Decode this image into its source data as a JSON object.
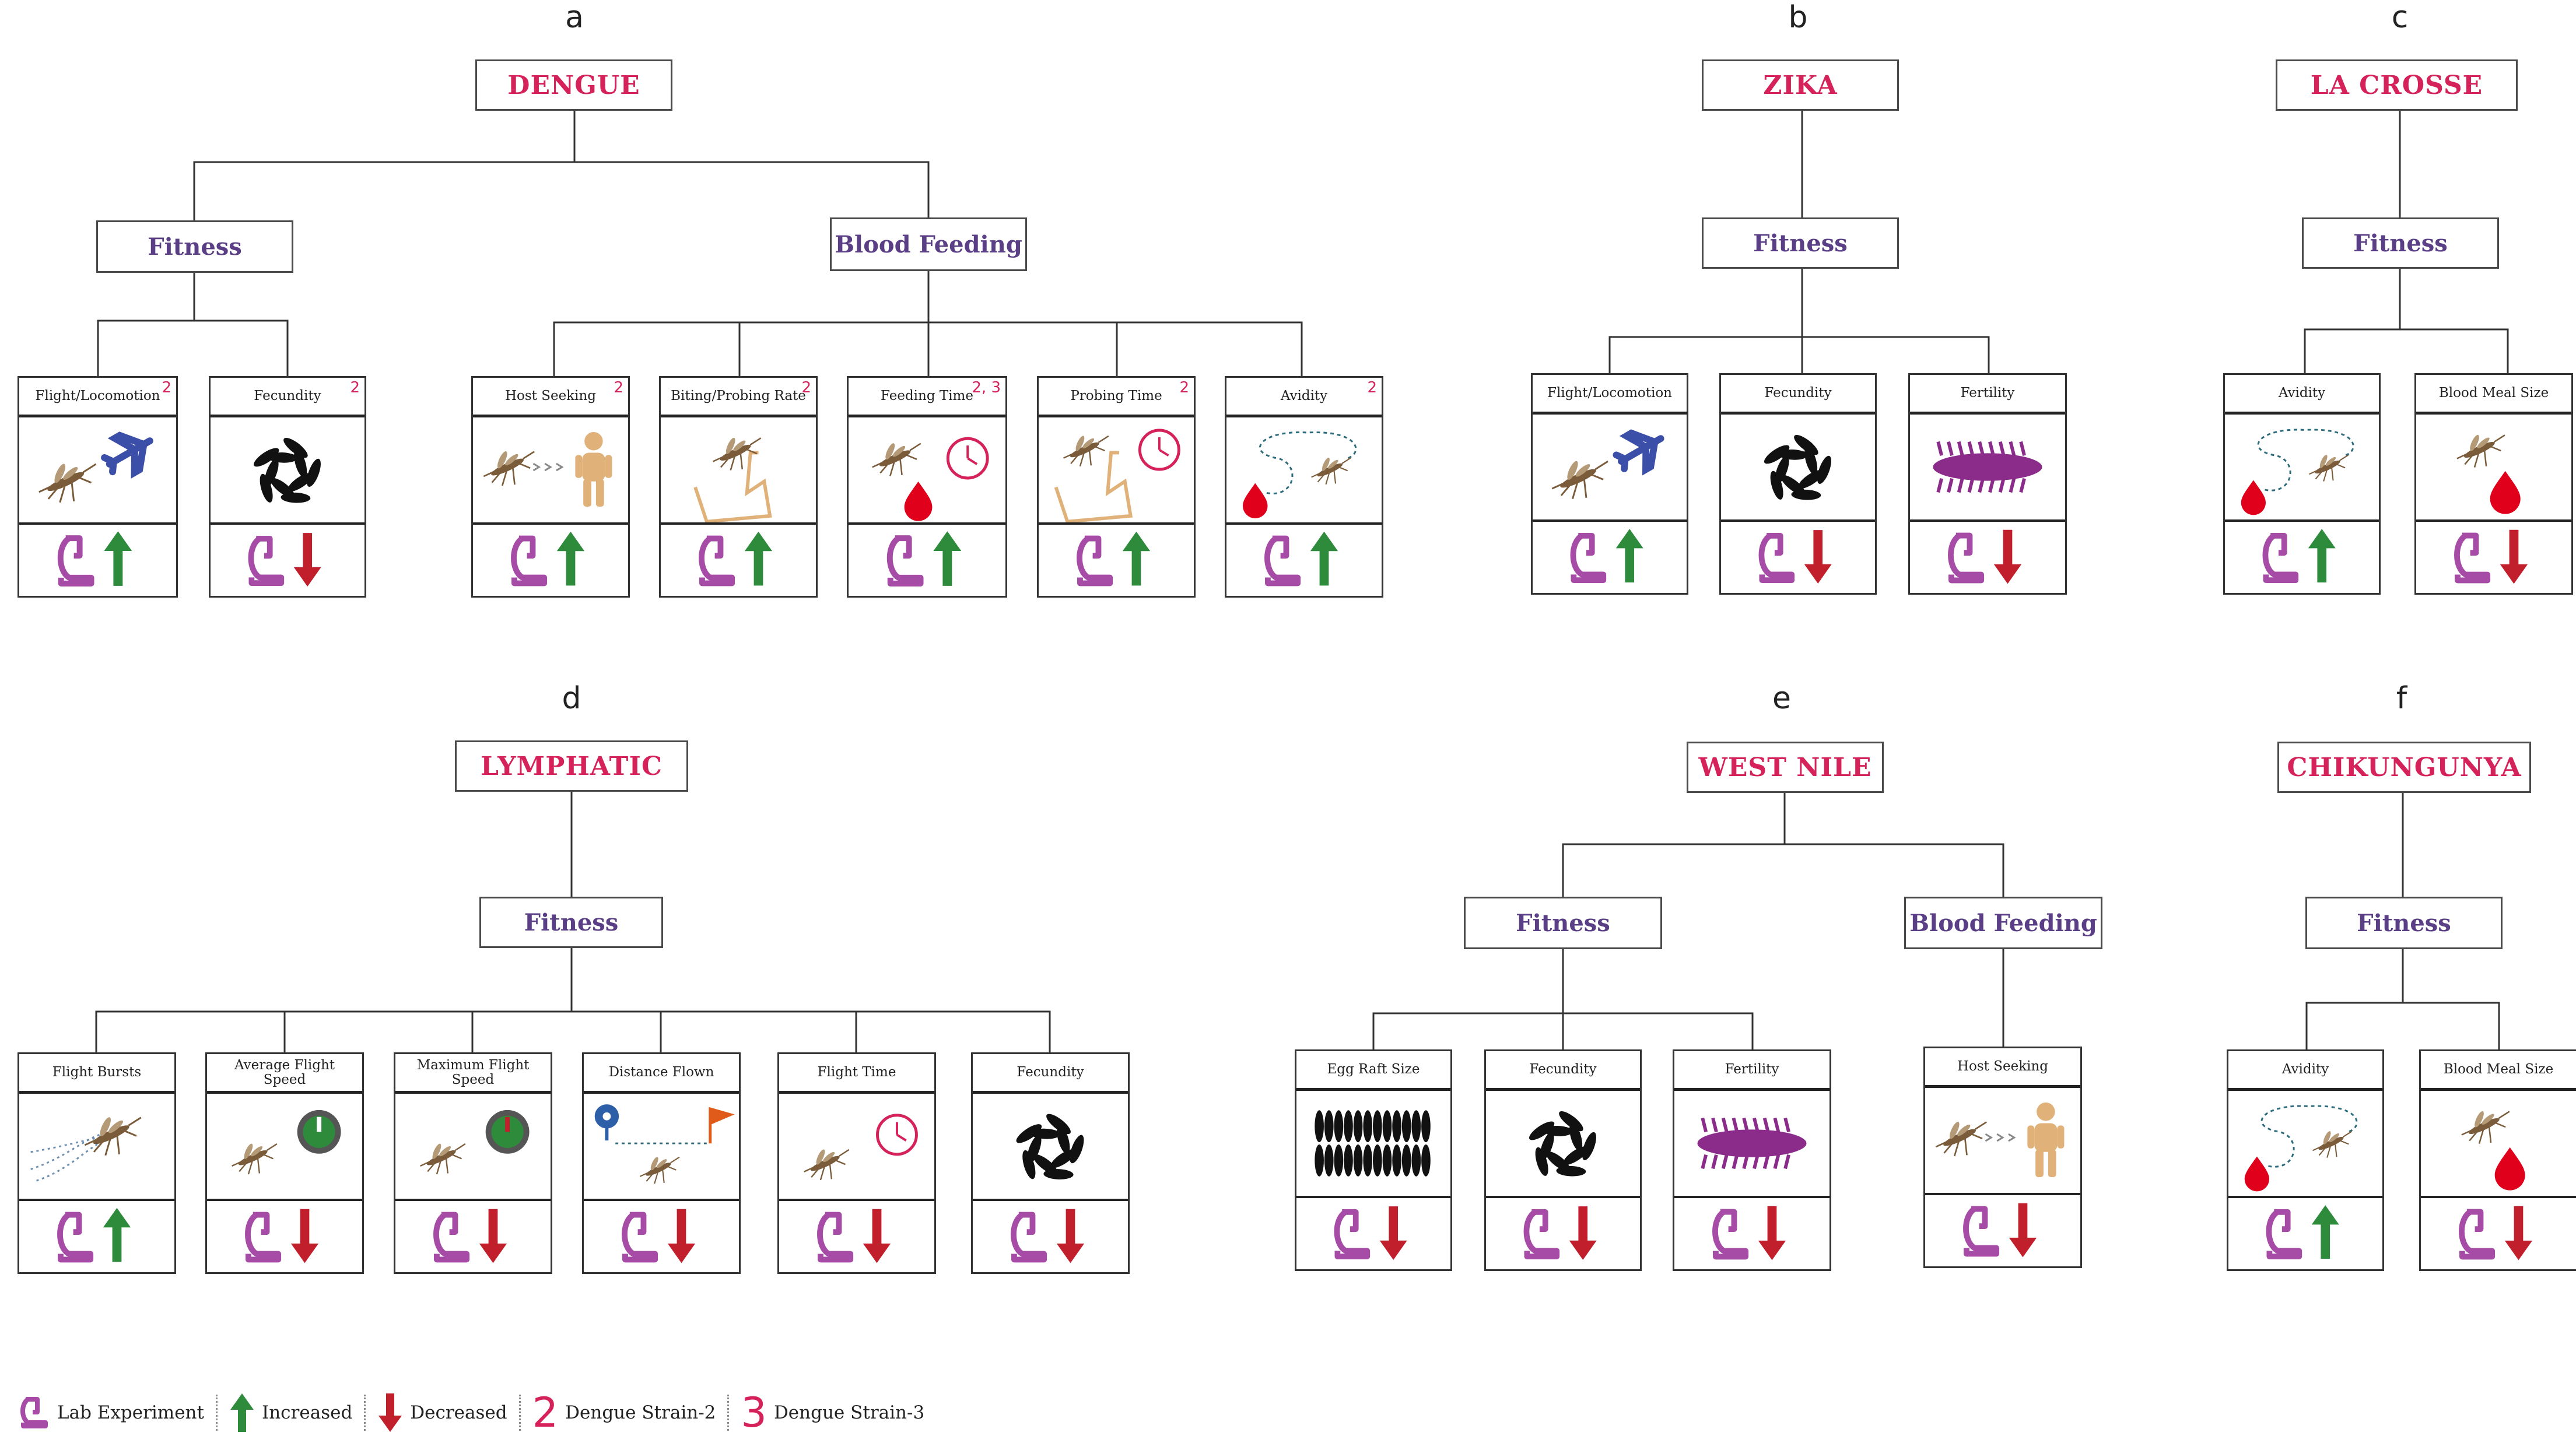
{
  "colors": {
    "virus": "#d6225a",
    "category": "#5a3f86",
    "increase": "#2e8b3c",
    "decrease": "#c21f2d",
    "lab": "#a64ca6"
  },
  "panels": [
    {
      "letter": "a",
      "virus": "DENGUE",
      "categories": [
        {
          "name": "Fitness",
          "leaves": [
            {
              "label": "Flight/Locomotion",
              "sup": "2",
              "icon": "mosquito-airplane-icon",
              "trend": "increased"
            },
            {
              "label": "Fecundity",
              "sup": "2",
              "icon": "eggs-icon",
              "trend": "decreased"
            }
          ]
        },
        {
          "name": "Blood Feeding",
          "leaves": [
            {
              "label": "Host Seeking",
              "sup": "2",
              "icon": "mosquito-host-icon",
              "trend": "increased"
            },
            {
              "label": "Biting/Probing Rate",
              "sup": "2",
              "icon": "mosquito-skin-icon",
              "trend": "increased"
            },
            {
              "label": "Feeding Time",
              "sup": "2, 3",
              "icon": "mosquito-blood-clock-icon",
              "trend": "increased"
            },
            {
              "label": "Probing Time",
              "sup": "2",
              "icon": "mosquito-skin-clock-icon",
              "trend": "increased"
            },
            {
              "label": "Avidity",
              "sup": "2",
              "icon": "mosquito-blood-path-icon",
              "trend": "increased"
            }
          ]
        }
      ]
    },
    {
      "letter": "b",
      "virus": "ZIKA",
      "categories": [
        {
          "name": "Fitness",
          "leaves": [
            {
              "label": "Flight/Locomotion",
              "sup": "",
              "icon": "mosquito-airplane-icon",
              "trend": "increased"
            },
            {
              "label": "Fecundity",
              "sup": "",
              "icon": "eggs-icon",
              "trend": "decreased"
            },
            {
              "label": "Fertility",
              "sup": "",
              "icon": "larva-icon",
              "trend": "decreased"
            }
          ]
        }
      ]
    },
    {
      "letter": "c",
      "virus": "LA CROSSE",
      "categories": [
        {
          "name": "Fitness",
          "leaves": [
            {
              "label": "Avidity",
              "sup": "",
              "icon": "mosquito-blood-path-icon",
              "trend": "increased"
            },
            {
              "label": "Blood Meal Size",
              "sup": "",
              "icon": "mosquito-blood-drop-icon",
              "trend": "decreased"
            }
          ]
        }
      ]
    },
    {
      "letter": "d",
      "virus": "LYMPHATIC",
      "categories": [
        {
          "name": "Fitness",
          "leaves": [
            {
              "label": "Flight Bursts",
              "sup": "",
              "icon": "mosquito-flight-trail-icon",
              "trend": "increased"
            },
            {
              "label": "Average Flight Speed",
              "sup": "",
              "icon": "mosquito-speedometer-icon",
              "trend": "decreased"
            },
            {
              "label": "Maximum Flight Speed",
              "sup": "",
              "icon": "mosquito-speedometer-max-icon",
              "trend": "decreased"
            },
            {
              "label": "Distance Flown",
              "sup": "",
              "icon": "mosquito-distance-icon",
              "trend": "decreased"
            },
            {
              "label": "Flight Time",
              "sup": "",
              "icon": "mosquito-clock-icon",
              "trend": "decreased"
            },
            {
              "label": "Fecundity",
              "sup": "",
              "icon": "eggs-icon",
              "trend": "decreased"
            }
          ]
        }
      ]
    },
    {
      "letter": "e",
      "virus": "WEST NILE",
      "categories": [
        {
          "name": "Fitness",
          "leaves": [
            {
              "label": "Egg Raft Size",
              "sup": "",
              "icon": "egg-raft-icon",
              "trend": "decreased"
            },
            {
              "label": "Fecundity",
              "sup": "",
              "icon": "eggs-icon",
              "trend": "decreased"
            },
            {
              "label": "Fertility",
              "sup": "",
              "icon": "larva-icon",
              "trend": "decreased"
            }
          ]
        },
        {
          "name": "Blood Feeding",
          "leaves": [
            {
              "label": "Host Seeking",
              "sup": "",
              "icon": "mosquito-host-icon",
              "trend": "decreased"
            }
          ]
        }
      ]
    },
    {
      "letter": "f",
      "virus": "CHIKUNGUNYA",
      "categories": [
        {
          "name": "Fitness",
          "leaves": [
            {
              "label": "Avidity",
              "sup": "",
              "icon": "mosquito-blood-path-icon",
              "trend": "increased"
            },
            {
              "label": "Blood Meal Size",
              "sup": "",
              "icon": "mosquito-blood-drop-icon",
              "trend": "decreased"
            }
          ]
        }
      ]
    }
  ],
  "legend": {
    "lab": "Lab Experiment",
    "increased": "Increased",
    "decreased": "Decreased",
    "strain2_num": "2",
    "strain2": "Dengue Strain-2",
    "strain3_num": "3",
    "strain3": "Dengue Strain-3"
  }
}
